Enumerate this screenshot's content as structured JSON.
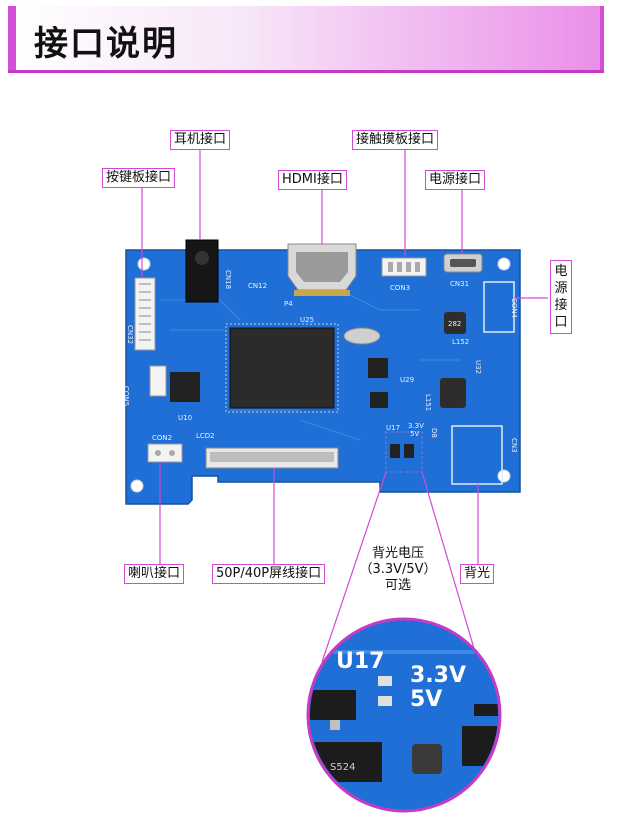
{
  "header": {
    "title": "接口说明"
  },
  "labels": {
    "earphone": "耳机接口",
    "touch": "接触摸板接口",
    "keyboard": "按键板接口",
    "hdmi": "HDMI接口",
    "power_top": "电源接口",
    "power_side": "电源接口",
    "speaker": "喇叭接口",
    "screen": "50P/40P屏线接口",
    "backlight": "背光",
    "backlight_voltage": "背光电压\n（3.3V/5V）\n可选"
  },
  "board_silk": {
    "cn32": "CN32",
    "cn5": "CON5",
    "u10": "U10",
    "con2": "CON2",
    "lcd2": "LCD2",
    "cn18": "CN18",
    "cn12": "CN12",
    "p4": "P4",
    "u25": "U25",
    "con3": "CON3",
    "cn31": "CN31",
    "con4": "CON4",
    "l152": "L152",
    "u32": "U32",
    "u29": "U29",
    "l151": "L151",
    "u17": "U17",
    "v33": "3.3V",
    "v5": "5V",
    "d8": "D8",
    "cn3": "CN3",
    "ic282": "282"
  },
  "zoom": {
    "u17": "U17",
    "v33": "3.3V",
    "v5": "5V",
    "s524": "S524"
  },
  "colors": {
    "accent": "#d24ad4",
    "board": "#1f6fd6",
    "header_end": "#ea8fe8"
  }
}
